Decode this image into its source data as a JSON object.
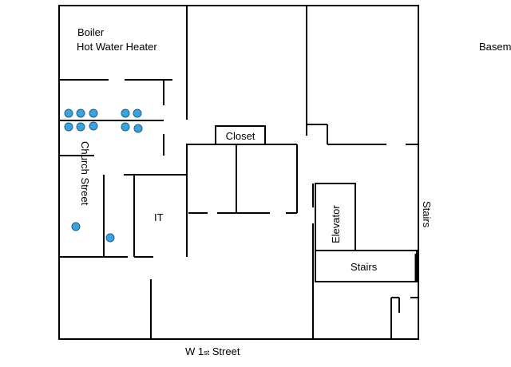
{
  "floorplan": {
    "room_labels": {
      "boiler": "Boiler",
      "hot_water_heater": "Hot Water Heater",
      "basement": "Basem",
      "closet": "Closet",
      "church_street": "Church Street",
      "it": "IT",
      "elevator": "Elevator",
      "stairs_side": "Stairs",
      "stairs_center": "Stairs"
    },
    "street": {
      "prefix": "W 1",
      "ordinal": "st",
      "suffix": " Street"
    },
    "colors": {
      "wall": "#000000",
      "marker_fill": "#3aa3dc",
      "marker_stroke": "#1f5f86"
    }
  }
}
